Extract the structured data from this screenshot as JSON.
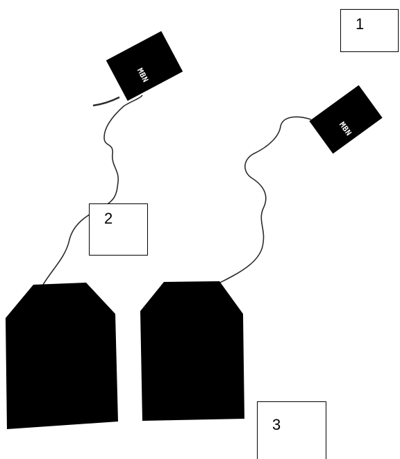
{
  "labels": [
    "1",
    "2",
    "3"
  ],
  "tag_text": "MBN",
  "colors": {
    "bag": "#000000",
    "string": "#2b2b2b",
    "label_border": "#000000",
    "background": "#ffffff"
  }
}
